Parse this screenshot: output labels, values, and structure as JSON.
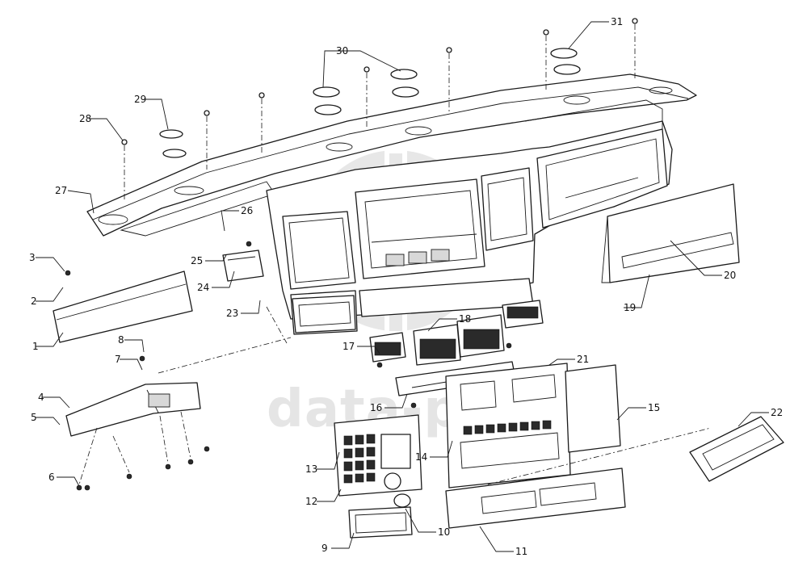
{
  "diagram": {
    "watermark": "data-parts",
    "callouts": [
      "1",
      "2",
      "3",
      "4",
      "5",
      "6",
      "7",
      "8",
      "9",
      "10",
      "11",
      "12",
      "13",
      "14",
      "15",
      "16",
      "17",
      "18",
      "19",
      "20",
      "21",
      "22",
      "23",
      "24",
      "25",
      "26",
      "27",
      "28",
      "29",
      "30",
      "31"
    ]
  }
}
